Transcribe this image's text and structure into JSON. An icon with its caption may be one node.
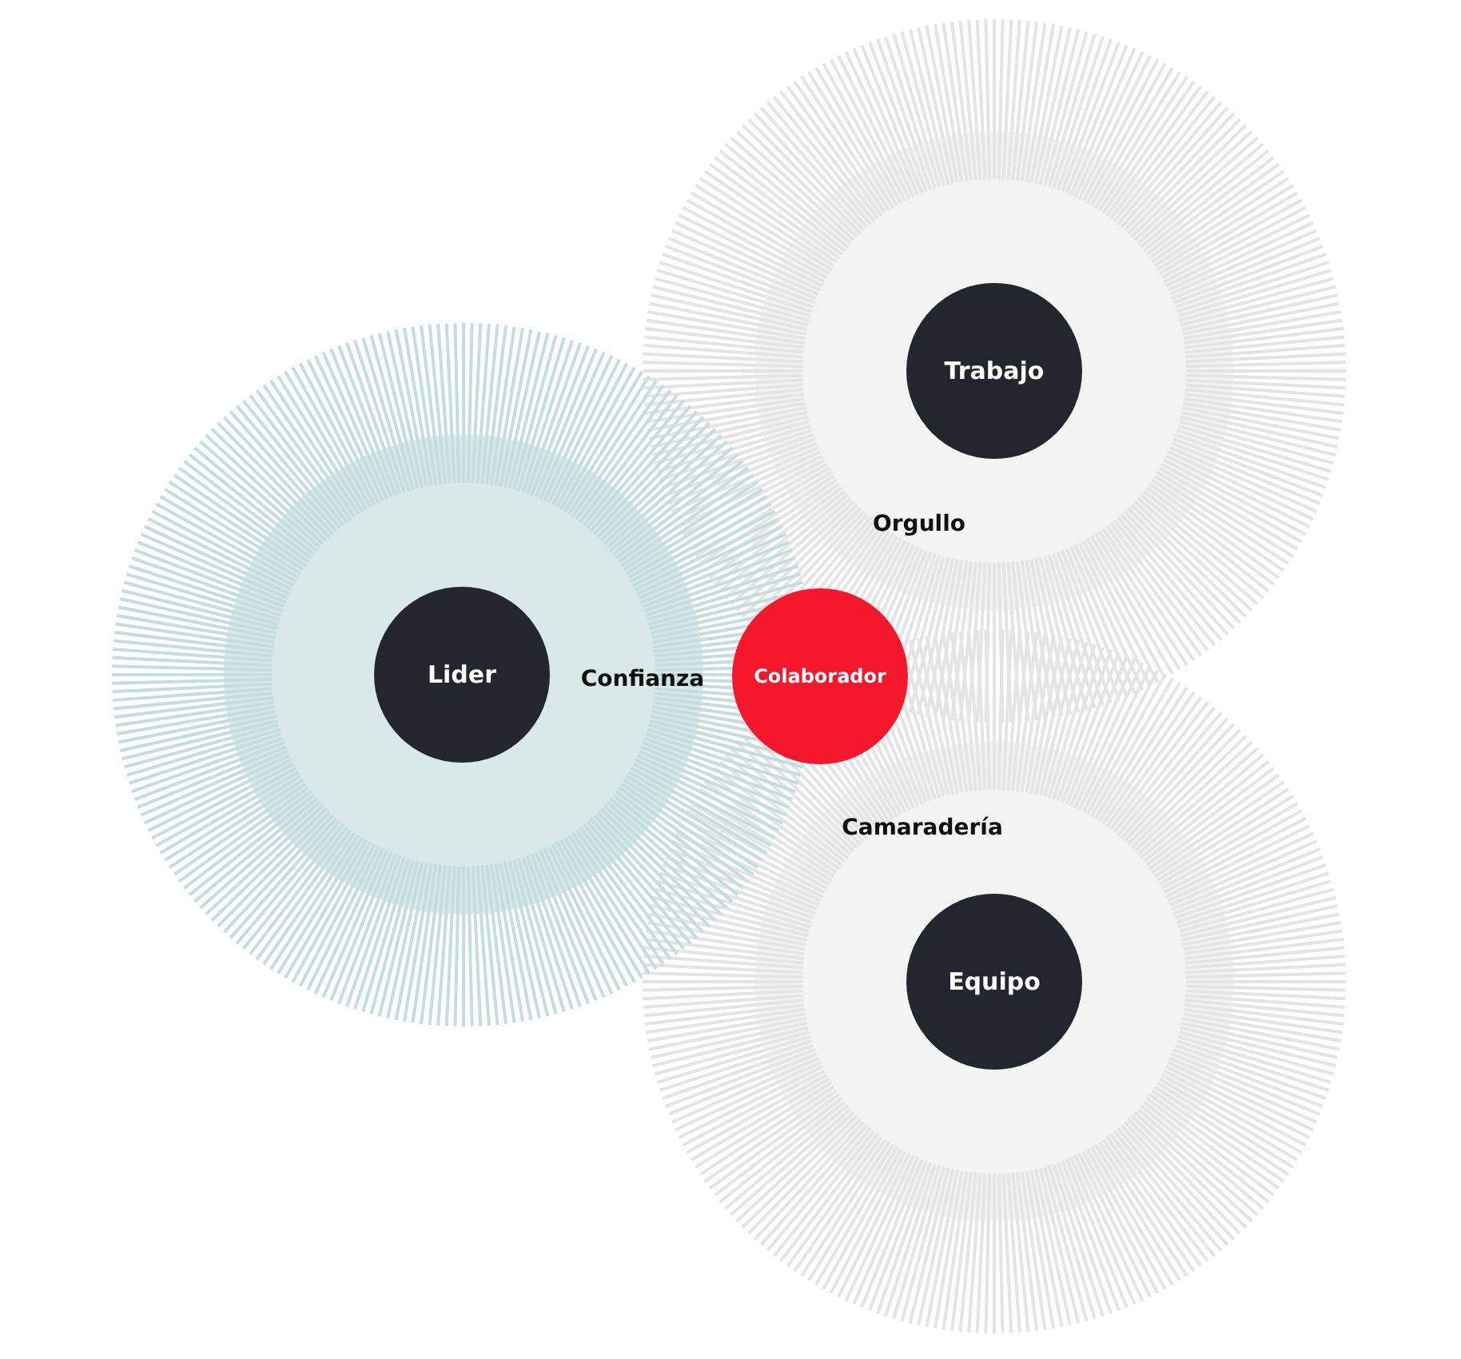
{
  "diagram": {
    "nodes": [
      {
        "text": [
          "Trabajo"
        ]
      },
      {
        "text": [
          "Lider"
        ]
      },
      {
        "text": [
          "Colaborador"
        ]
      },
      {
        "text": [
          "Equipo"
        ]
      }
    ],
    "labels": [
      "Orgullo",
      "Confianza",
      "Camaradería"
    ]
  }
}
